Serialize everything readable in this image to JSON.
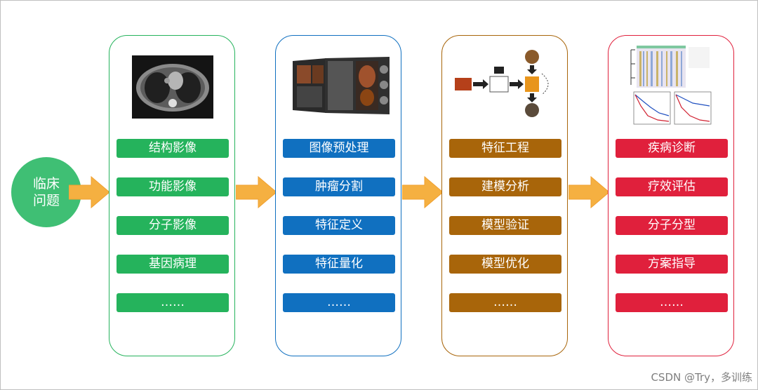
{
  "start_node": {
    "label": "临床\n问题",
    "color": "#3fbf74"
  },
  "columns": [
    {
      "id": "imaging",
      "color": "#25b35c",
      "image": "ct-scan-image",
      "items": [
        "结构影像",
        "功能影像",
        "分子影像",
        "基因病理",
        "……"
      ]
    },
    {
      "id": "processing",
      "color": "#1070c0",
      "image": "segmentation-software-image",
      "items": [
        "图像预处理",
        "肿瘤分割",
        "特征定义",
        "特征量化",
        "……"
      ]
    },
    {
      "id": "modeling",
      "color": "#a8650a",
      "image": "modeling-flow-image",
      "items": [
        "特征工程",
        "建模分析",
        "模型验证",
        "模型优化",
        "……"
      ]
    },
    {
      "id": "application",
      "color": "#e0203c",
      "image": "heatmap-survival-image",
      "items": [
        "疾病诊断",
        "疗效评估",
        "分子分型",
        "方案指导",
        "……"
      ]
    }
  ],
  "arrow_color": "#f5b041",
  "watermark": "CSDN @Try，多训练"
}
